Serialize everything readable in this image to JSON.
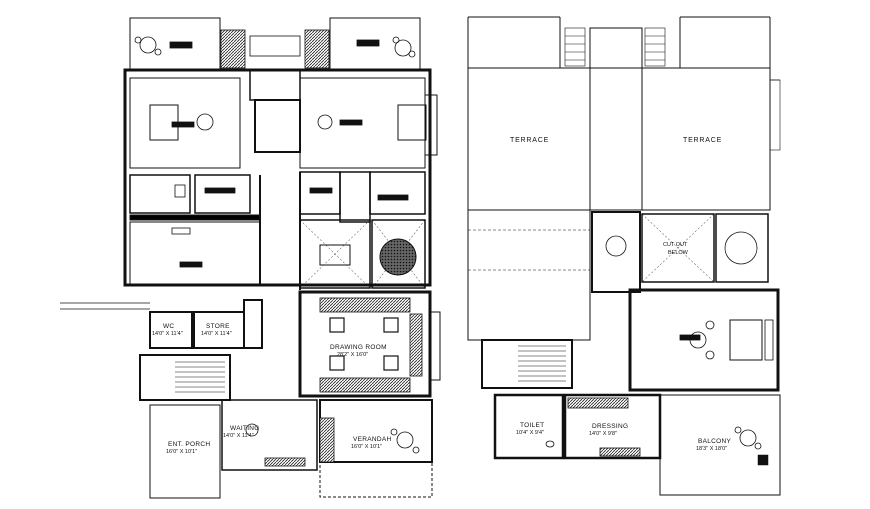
{
  "ground_floor": {
    "wc": {
      "name": "WC",
      "size": "14'0\" X 11'4\""
    },
    "store": {
      "name": "STORE",
      "size": "14'0\" X 11'4\""
    },
    "drawing_room": {
      "name": "DRAWING ROOM",
      "size": "28'2\" X 16'0\""
    },
    "waiting": {
      "name": "WAITING",
      "size": "14'0\" X 11'4\""
    },
    "ent_porch": {
      "name": "ENT. PORCH",
      "size": "16'0\" X 10'1\""
    },
    "verandah": {
      "name": "VERANDAH",
      "size": "16'0\" X 10'1\""
    }
  },
  "first_floor": {
    "terrace_left": {
      "name": "TERRACE"
    },
    "terrace_right": {
      "name": "TERRACE"
    },
    "cutout": {
      "line1": "CUT OUT",
      "line2": "BELOW"
    },
    "toilet": {
      "name": "TOILET",
      "size": "10'4\" X 9'4\""
    },
    "dressing": {
      "name": "DRESSING",
      "size": "14'0\" X 9'8\""
    },
    "balcony": {
      "name": "BALCONY",
      "size": "18'3\" X 18'0\""
    }
  }
}
